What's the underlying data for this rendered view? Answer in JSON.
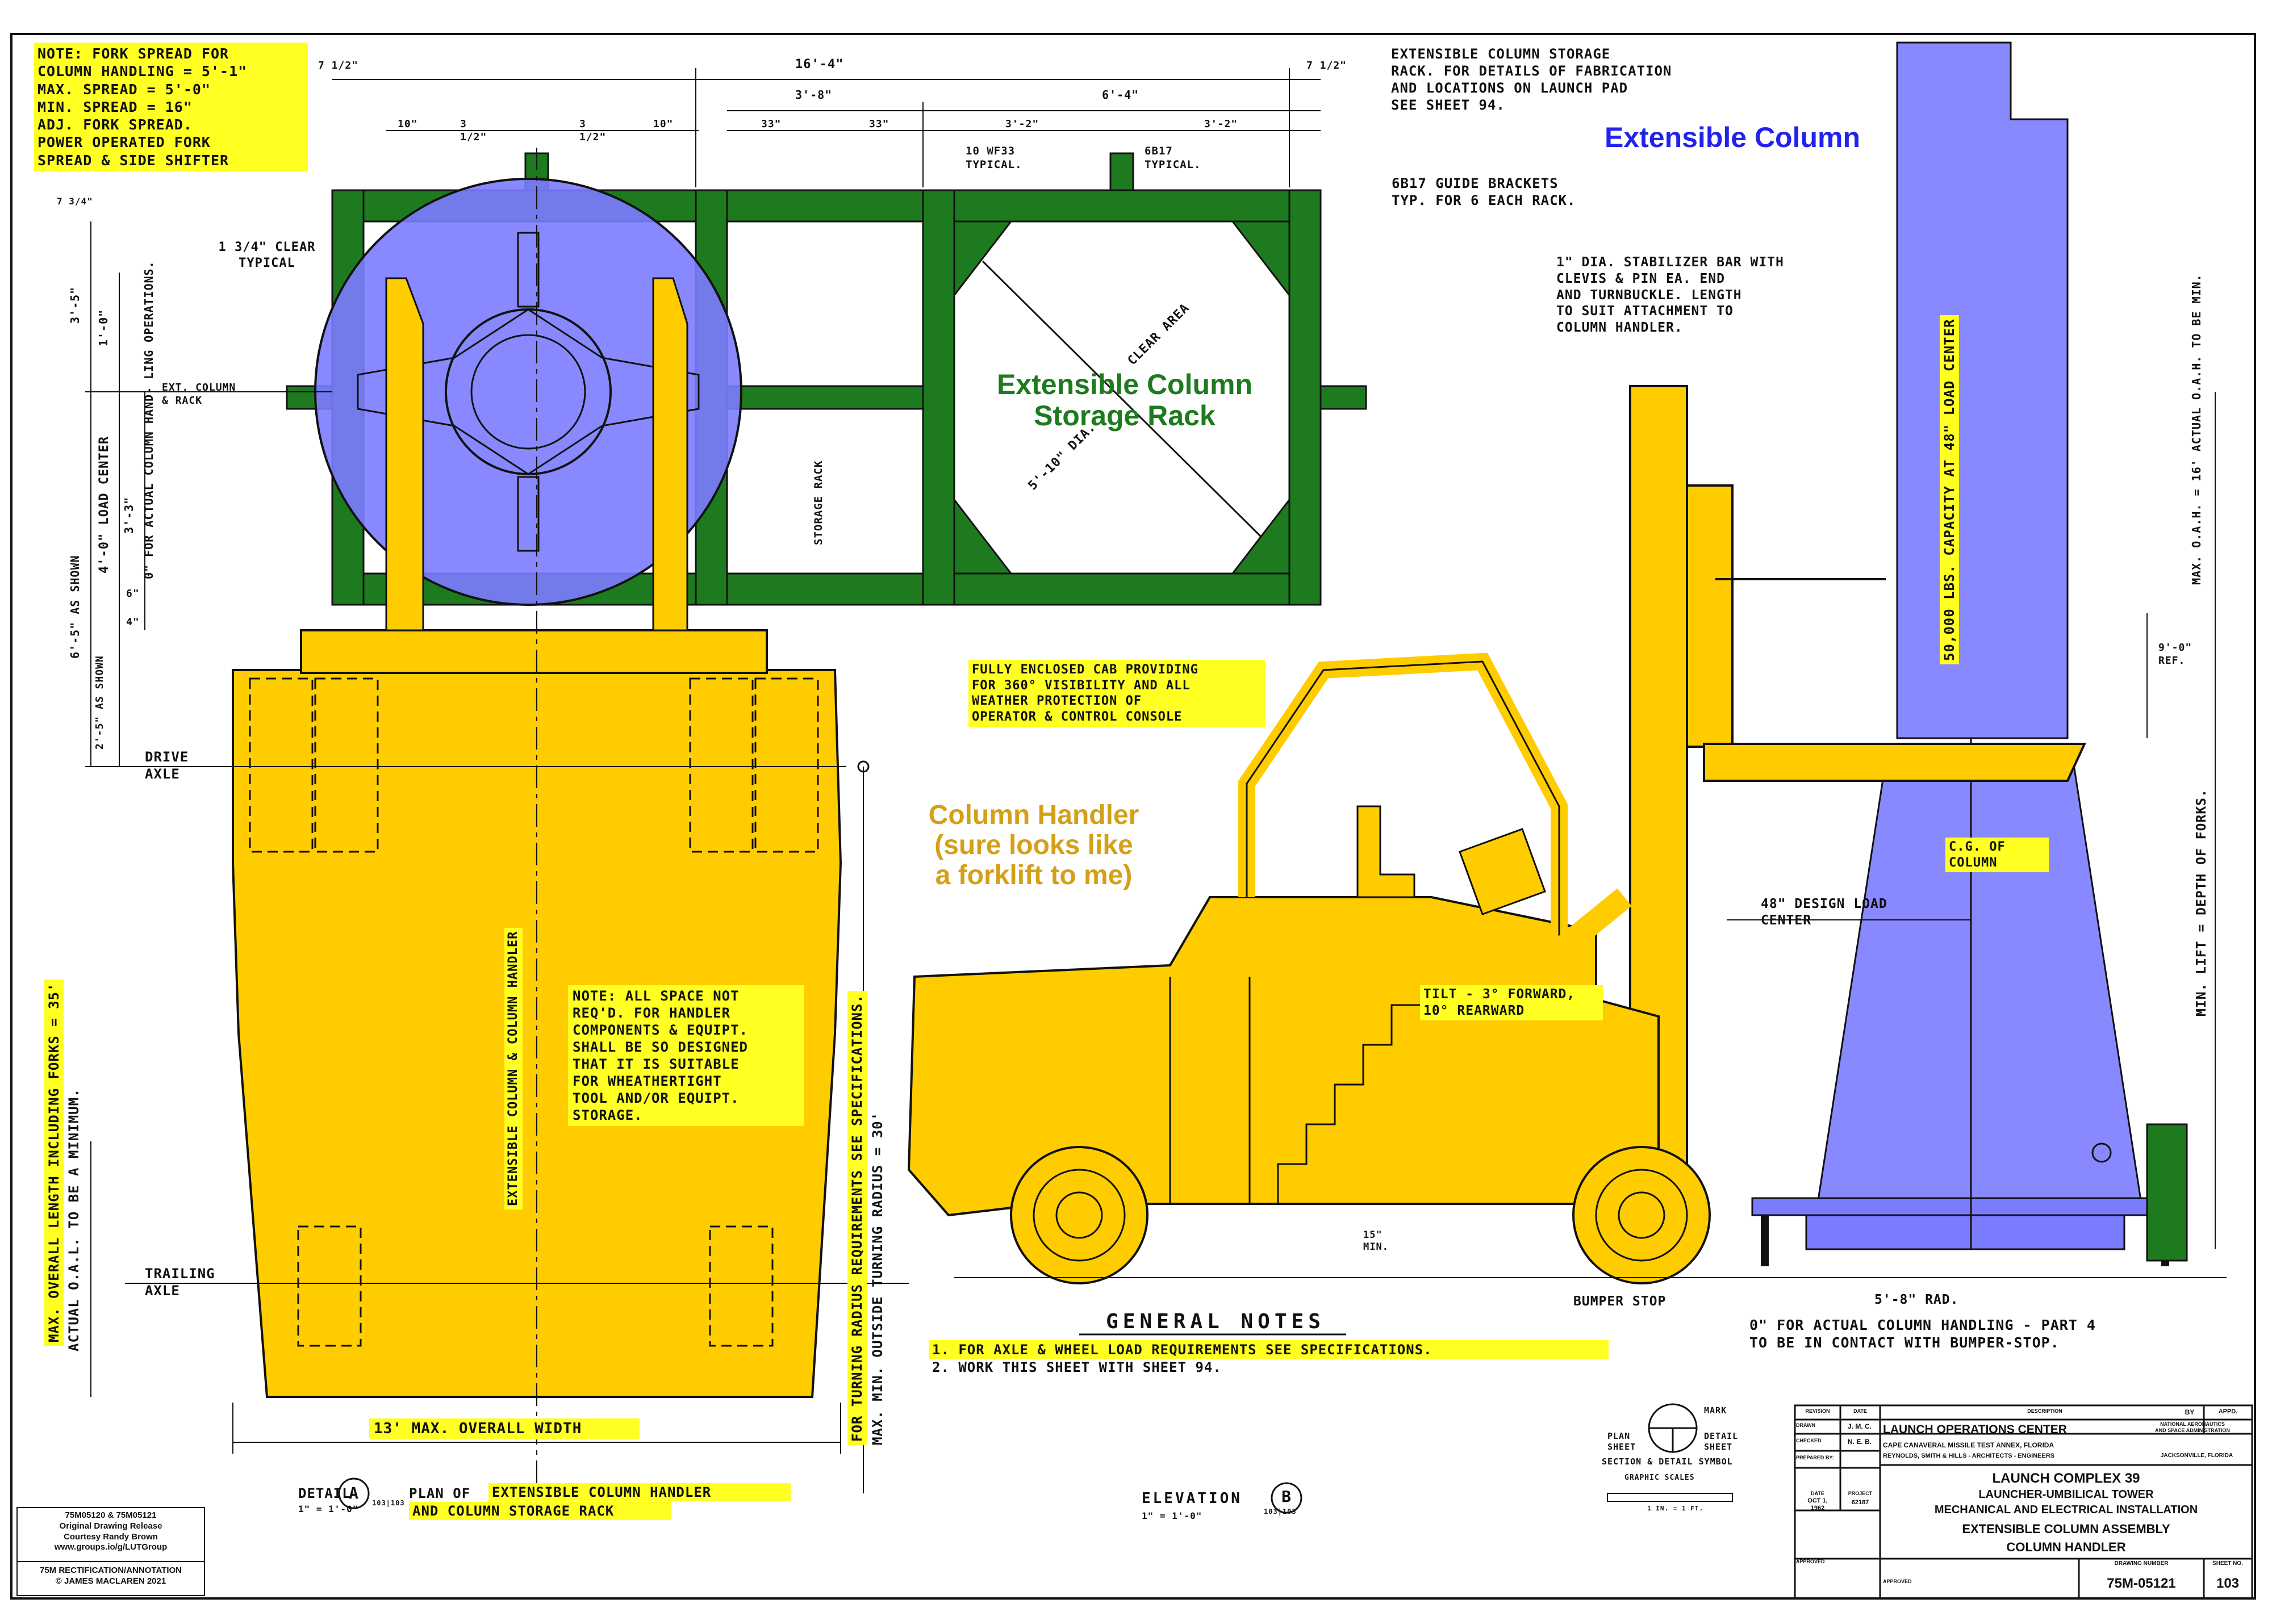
{
  "colors": {
    "green": "#1e7a1e",
    "blue": "#7b7bff",
    "yellow": "#ffcc00",
    "highlight": "#ffff22",
    "line": "#111111",
    "text_green": "#1e7a1e",
    "text_blue": "#2222ee",
    "text_gold": "#d4a017"
  },
  "overlay_labels": {
    "column": "Extensible Column",
    "rack": "Extensible Column\nStorage Rack",
    "handler": "Column Handler\n(sure looks like\na forklift to me)"
  },
  "notes": {
    "fork_spread": "NOTE: FORK SPREAD FOR\nCOLUMN HANDLING = 5'-1\"\nMAX. SPREAD = 5'-0\"\nMIN. SPREAD = 16\"\nADJ. FORK SPREAD.\nPOWER OPERATED FORK\nSPREAD & SIDE SHIFTER",
    "storage_rack": "EXTENSIBLE COLUMN STORAGE\nRACK. FOR DETAILS OF FABRICATION\nAND LOCATIONS ON LAUNCH PAD\nSEE SHEET 94.",
    "guide_brackets": "6B17 GUIDE BRACKETS\nTYP. FOR 6 EACH RACK.",
    "stabilizer": "1\" DIA. STABILIZER BAR WITH\nCLEVIS & PIN EA. END\nAND TURNBUCKLE. LENGTH\nTO SUIT ATTACHMENT TO\nCOLUMN HANDLER.",
    "cab": "FULLY ENCLOSED CAB PROVIDING\nFOR 360° VISIBILITY AND ALL\nWEATHER PROTECTION OF\nOPERATOR & CONTROL CONSOLE",
    "space": "NOTE: ALL SPACE NOT\nREQ'D. FOR HANDLER\nCOMPONENTS & EQUIPT.\nSHALL BE SO DESIGNED\nTHAT IT IS SUITABLE\nFOR WHEATHERTIGHT\nTOOL AND/OR EQUIPT.\nSTORAGE.",
    "tilt": "TILT - 3° FORWARD,\n10° REARWARD",
    "cg": "C.G. OF\nCOLUMN",
    "capacity": "50,000 LBS. CAPACITY\nAT 48\" LOAD CENTER",
    "overall_width": "13' MAX. OVERALL WIDTH",
    "overall_length": "MAX. OVERALL LENGTH INCLUDING FORKS = 35'",
    "oal_min": "ACTUAL O.A.L. TO BE A MINIMUM.",
    "turning": "FOR TURNING RADIUS REQUIREMENTS SEE SPECIFICATIONS.",
    "turning_radius": "MAX. MIN. OUTSIDE TURNING RADIUS = 30'",
    "column_handler_vert": "EXTENSIBLE COLUMN\n& COLUMN HANDLER",
    "bumper_stop": "BUMPER STOP",
    "rad": "5'-8\" RAD.",
    "part4": "0\" FOR ACTUAL COLUMN HANDLING - PART 4\nTO BE IN CONTACT WITH BUMPER-STOP.",
    "design_load": "48\" DESIGN LOAD\nCENTER",
    "min_lift": "MIN. LIFT = DEPTH OF FORKS.",
    "max_oah": "MAX. O.A.H. = 16'\nACTUAL O.A.H. TO BE MIN.",
    "ref": "9'-0\"\nREF.",
    "clear_typ": "1 3/4\" CLEAR\nTYPICAL",
    "ext_col": "EXT. COLUMN\n& RACK",
    "drive_axle": "DRIVE\nAXLE",
    "trailing_axle": "TRAILING\nAXLE",
    "wf33": "10 WF33\nTYPICAL.",
    "b17": "6B17\nTYPICAL.",
    "clear_area": "CLEAR AREA",
    "dia": "5'-10\" DIA.",
    "storage_rack_cl": "STORAGE\nRACK",
    "load_center": "4'-0\" LOAD CENTER",
    "for_actual": "0\" FOR ACTUAL\nCOLUMN HAND-\nLING OPERATIONS.",
    "as_shown": "6'-5\" AS SHOWN",
    "as_shown2": "2'-5\"\nAS SHOWN",
    "min_label": "15\"\nMIN."
  },
  "dimensions": {
    "top_overall": "16'-4\"",
    "left_over": "7 1/2\"",
    "right_over": "7 1/2\"",
    "d_38": "3'-8\"",
    "d_64": "6'-4\"",
    "d_10": "10\"",
    "d_315a": "3 1/2\"",
    "d_315b": "3 1/2\"",
    "d_10b": "10\"",
    "d_33a": "33\"",
    "d_33b": "33\"",
    "d_32a": "3'-2\"",
    "d_32b": "3'-2\"",
    "left_315": "3'-5\"",
    "left_10": "1'-0\"",
    "left_34": "3'-3\"",
    "left_4": "4\"",
    "left_6": "6\"",
    "top_734": "7 3/4\""
  },
  "general_notes": {
    "title": "GENERAL NOTES",
    "n1": "1. FOR AXLE & WHEEL LOAD REQUIREMENTS SEE SPECIFICATIONS.",
    "n2": "2. WORK THIS SHEET WITH SHEET 94."
  },
  "detail_a": {
    "prefix": "DETAIL",
    "letter": "A",
    "plan": "PLAN OF",
    "hl1": "EXTENSIBLE COLUMN HANDLER",
    "hl2": "AND COLUMN STORAGE RACK",
    "scale": "1\" = 1'-0\"",
    "refs": "103|103"
  },
  "elevation_b": {
    "label": "ELEVATION",
    "letter": "B",
    "scale": "1\" = 1'-0\"",
    "refs": "103|103"
  },
  "symbol": {
    "mark": "MARK",
    "plan_sheet": "PLAN\nSHEET",
    "detail_sheet": "DETAIL\nSHEET",
    "caption": "SECTION & DETAIL SYMBOL",
    "scales": "GRAPHIC SCALES",
    "scale_row": "1 IN. = 1 FT."
  },
  "credits": {
    "release": "75M05120 & 75M05121\nOriginal Drawing Release\nCourtesy Randy Brown\nwww.groups.io/g/LUTGroup",
    "annotation": "75M RECTIFICATION/ANNOTATION\n© JAMES MACLAREN 2021"
  },
  "title_block": {
    "rev": "REVISION",
    "date_h": "DATE",
    "desc": "DESCRIPTION",
    "by": "BY",
    "appd": "APPD.",
    "drawn": "DRAWN",
    "drawn_v": "J. M. C.",
    "checked": "CHECKED",
    "checked_v": "N. E. B.",
    "prepared": "PREPARED BY:",
    "date": "DATE",
    "date_v": "OCT 1,\n1962",
    "project": "PROJECT",
    "project_v": "62187",
    "approved": "APPROVED",
    "approved2": "APPROVED",
    "center": "LAUNCH OPERATIONS CENTER",
    "nasa": "NATIONAL AERONAUTICS\nAND SPACE ADMINISTRATION",
    "annex": "CAPE CANAVERAL MISSILE TEST ANNEX, FLORIDA",
    "firm": "REYNOLDS, SMITH & HILLS - ARCHITECTS - ENGINEERS",
    "city": "JACKSONVILLE, FLORIDA",
    "complex": "LAUNCH COMPLEX 39",
    "tower": "LAUNCHER-UMBILICAL TOWER",
    "install": "MECHANICAL AND ELECTRICAL INSTALLATION",
    "assembly": "EXTENSIBLE COLUMN ASSEMBLY",
    "handler": "COLUMN HANDLER",
    "dwg_h": "DRAWING NUMBER",
    "dwg": "75M-05121",
    "sheet_h": "SHEET NO.",
    "sheet": "103"
  }
}
